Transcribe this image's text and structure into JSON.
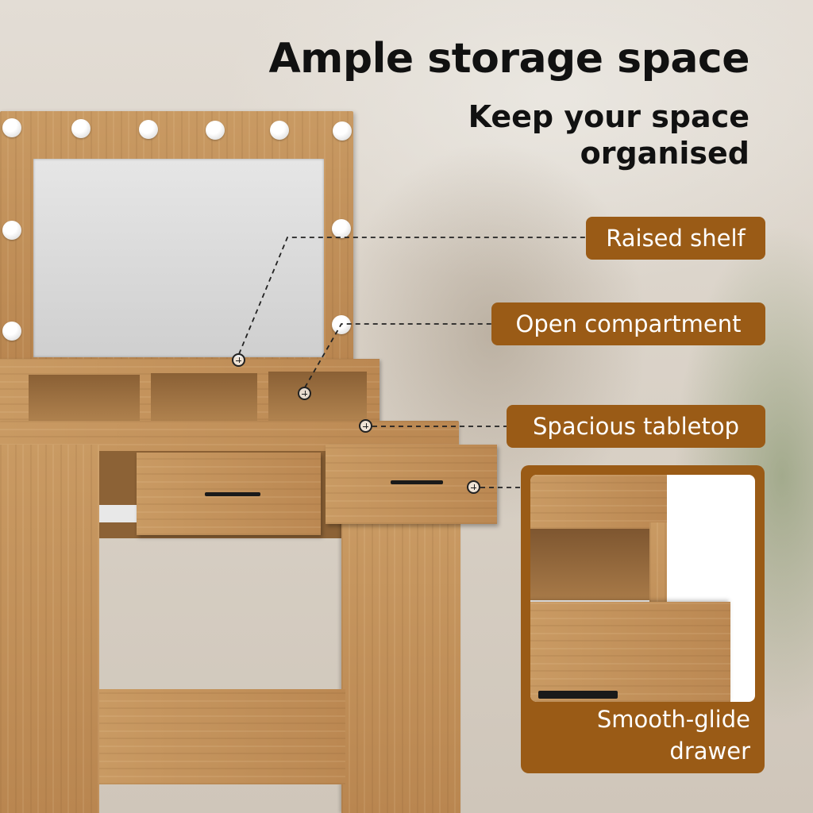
{
  "headline": "Ample storage space",
  "subline": "Keep your space organised",
  "callouts": [
    {
      "label": "Raised shelf"
    },
    {
      "label": "Open compartment"
    },
    {
      "label": "Spacious tabletop"
    }
  ],
  "inset": {
    "caption": "Smooth-glide drawer"
  },
  "colors": {
    "label_bg": "#9a5b16",
    "label_text": "#ffffff",
    "heading": "#111111",
    "wood": "#c4935c"
  }
}
